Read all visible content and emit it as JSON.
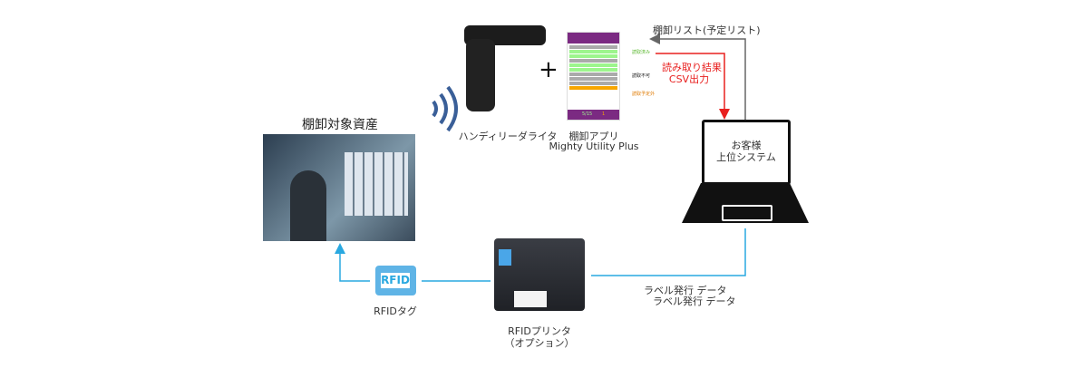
{
  "inventory_target": {
    "title": "棚卸対象資産"
  },
  "reader": {
    "label": "ハンディリーダライタ"
  },
  "plus": "+",
  "app": {
    "label_line1": "棚卸アプリ",
    "label_line2": "Mighty Utility Plus",
    "status_read": "読取済み",
    "status_unreadable": "読取不可",
    "status_unexpected": "読取予定外",
    "count": "5/15",
    "extra_count": "1"
  },
  "flow": {
    "list_label": "棚卸リスト(予定リスト)",
    "result_line1": "読み取り結果",
    "result_line2": "CSV出力",
    "label_data_1": "ラベル発行 データ",
    "label_data_2": "ラベル発行 データ"
  },
  "laptop": {
    "line1": "お客様",
    "line2": "上位システム"
  },
  "tag": {
    "text": "RFID",
    "label": "RFIDタグ"
  },
  "printer": {
    "label_line1": "RFIDプリンタ",
    "label_line2": "（オプション）"
  },
  "colors": {
    "blue_line": "#29a8e0",
    "red_arrow": "#e8201f",
    "gray_line": "#666666",
    "app_purple": "#7b2a82"
  }
}
